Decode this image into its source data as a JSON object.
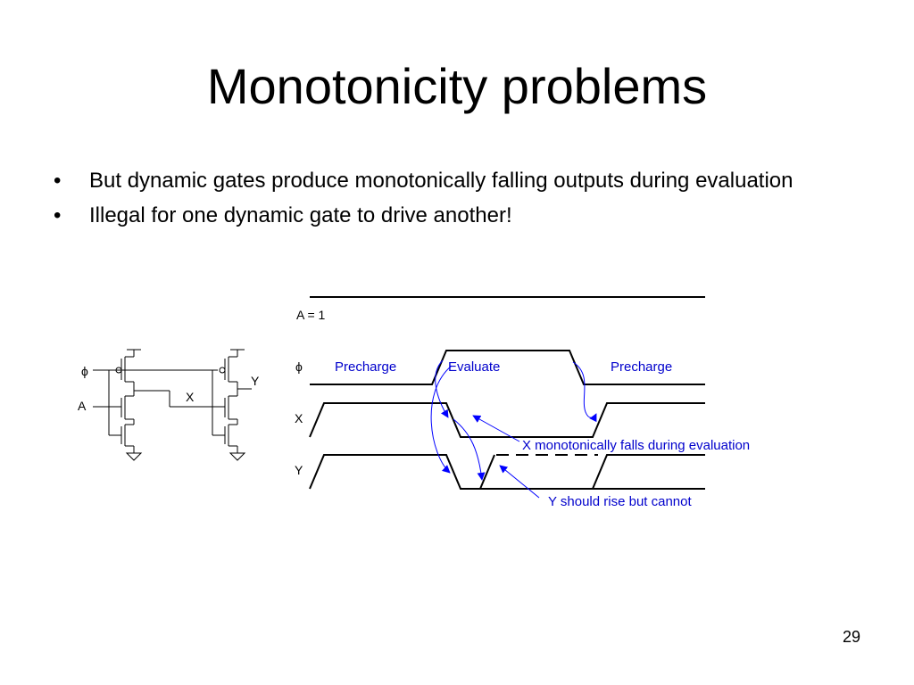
{
  "slide": {
    "title": "Monotonicity problems",
    "bullets": [
      "But dynamic gates produce monotonically falling outputs during evaluation",
      "Illegal for one dynamic gate to drive another!"
    ],
    "page_number": "29"
  },
  "circuit": {
    "labels": {
      "phi": "ϕ",
      "a": "A",
      "x": "X",
      "y": "Y"
    }
  },
  "timing": {
    "a_label": "A = 1",
    "phi_label": "ϕ",
    "x_label": "X",
    "y_label": "Y",
    "phases": [
      "Precharge",
      "Evaluate",
      "Precharge"
    ],
    "annotation_x": "X monotonically falls during evaluation",
    "annotation_y": "Y should rise but cannot"
  }
}
